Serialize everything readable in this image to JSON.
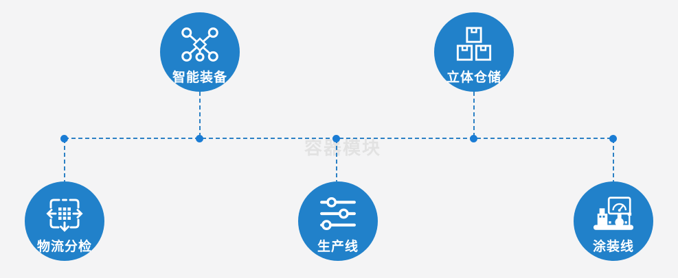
{
  "watermark": "容器模块",
  "colors": {
    "bg": "#f4f4f5",
    "circle": "#2181ca",
    "line": "#2b80c4",
    "dot": "#1a7cd4",
    "label": "#ffffff",
    "watermark": "#dcdcdc"
  },
  "nodes": [
    {
      "id": "smart-equipment",
      "label": "智能装备",
      "icon": "network-nodes-icon"
    },
    {
      "id": "stereo-warehouse",
      "label": "立体仓储",
      "icon": "stacked-boxes-icon"
    },
    {
      "id": "logistics-sorting",
      "label": "物流分检",
      "icon": "distribute-arrows-icon"
    },
    {
      "id": "production-line",
      "label": "生产线",
      "icon": "sliders-icon"
    },
    {
      "id": "painting-line",
      "label": "涂装线",
      "icon": "control-console-icon"
    }
  ]
}
